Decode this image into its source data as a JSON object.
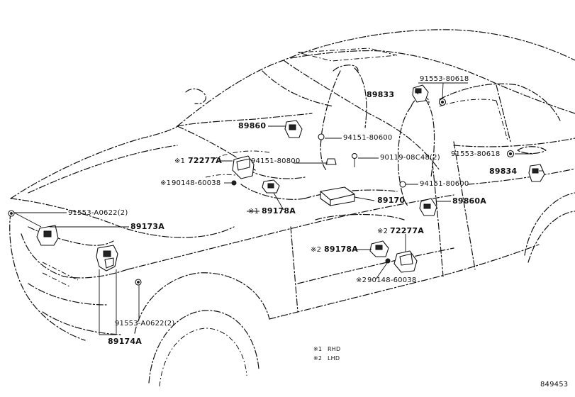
{
  "labels": {
    "p89833": "89833",
    "p91553_80618_top": "91553-80618",
    "p89860": "89860",
    "p94151_80600_top": "94151-80600",
    "note1_72277A": "72277A",
    "p94151_80800": "94151-80800",
    "p90119_08C48": "90119-08C48(2)",
    "p91553_80618_right": "91553-80618",
    "p89834": "89834",
    "note1_90148_60038": "90148-60038",
    "p94151_80600_right": "94151-80600",
    "p91553_A0622_top": "91553-A0622(2)",
    "p89173A": "89173A",
    "note1_89178A": "89178A",
    "p89170": "89170",
    "p89860A": "89860A",
    "note2_72277A": "72277A",
    "note2_89178A": "89178A",
    "note2_90148_60038": "90148-60038",
    "p91553_A0622_bottom": "91553-A0622(2)",
    "p89174A": "89174A",
    "mark1": "※1",
    "mark2": "※2",
    "legend_rhd_mark": "※1",
    "legend_rhd": "RHD",
    "legend_lhd_mark": "※2",
    "legend_lhd": "LHD",
    "diagram_number": "849453"
  }
}
